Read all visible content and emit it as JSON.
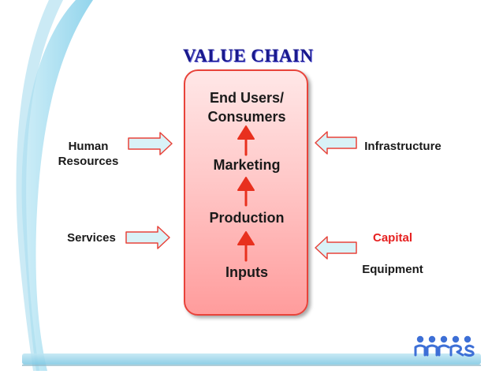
{
  "title": "VALUE CHAIN",
  "stages": [
    "End Users/",
    "Consumers",
    "Marketing",
    "Production",
    "Inputs"
  ],
  "left_inputs": [
    "Human",
    "Resources",
    "Services"
  ],
  "right_inputs": {
    "infrastructure": "Infrastructure",
    "capital": "Capital",
    "equipment": "Equipment"
  },
  "colors": {
    "title": "#1a1a8c",
    "box_border": "#e8433a",
    "up_arrow": "#e8301e",
    "capital_text": "#e62020",
    "side_arrow_fill": "#d9f2f7",
    "side_arrow_stroke": "#e8433a",
    "logo": "#3d6fd6"
  },
  "logo": {
    "name": "mrrbs-logo"
  }
}
